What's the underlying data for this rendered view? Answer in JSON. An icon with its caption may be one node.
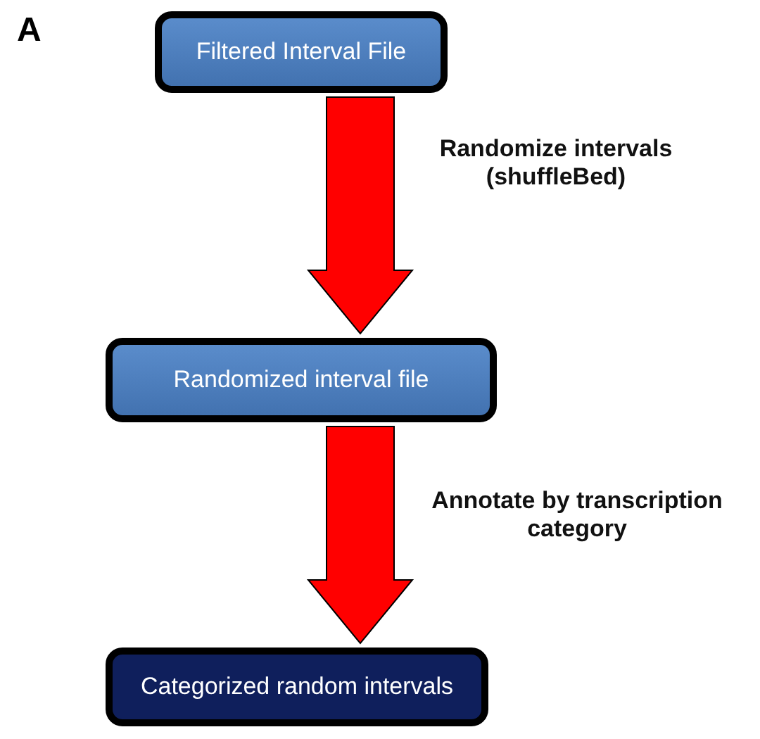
{
  "diagram": {
    "nodes": [
      {
        "text": [
          "Filtered Interval File"
        ]
      },
      {
        "text": [
          "Randomized interval file"
        ]
      },
      {
        "text": [
          "Categorized random intervals"
        ]
      }
    ],
    "edges": [
      {
        "from": 0,
        "to": 1,
        "arrow": "to",
        "label": "Randomize intervals (shuffleBed)",
        "color": "#ff0000"
      },
      {
        "from": 1,
        "to": 2,
        "arrow": "to",
        "label": "Annotate by transcription category",
        "color": "#ff0000"
      }
    ],
    "labels": [
      "A"
    ]
  }
}
